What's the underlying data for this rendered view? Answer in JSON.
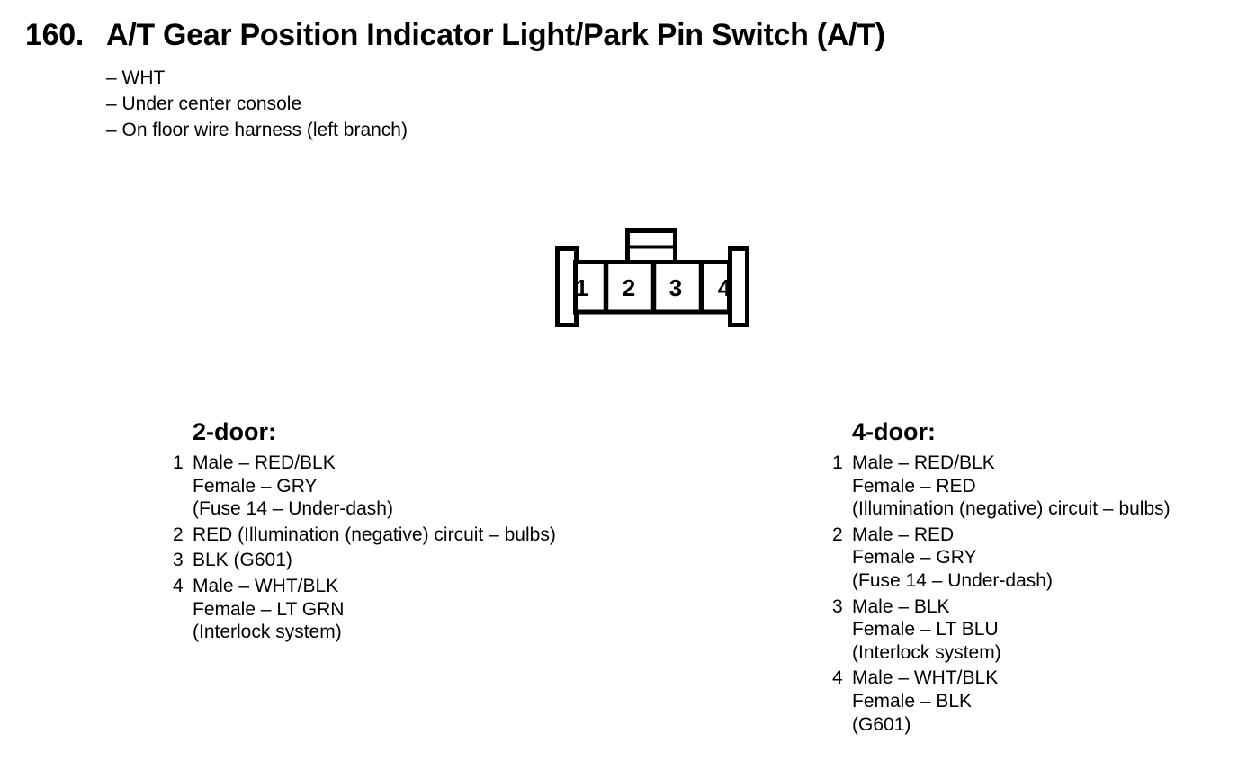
{
  "page": {
    "background": "#ffffff",
    "ink": "#000000"
  },
  "header": {
    "number": "160.",
    "title": "A/T Gear Position Indicator Light/Park Pin Switch (A/T)",
    "bullets": [
      "– WHT",
      "– Under center console",
      "– On floor wire harness (left branch)"
    ]
  },
  "connector": {
    "pins": [
      "1",
      "2",
      "3",
      "4"
    ]
  },
  "columns": [
    {
      "heading": "2-door:",
      "items": [
        {
          "num": "1",
          "lines": [
            "Male – RED/BLK",
            "Female – GRY",
            "(Fuse 14 – Under-dash)"
          ]
        },
        {
          "num": "2",
          "lines": [
            "RED (Illumination (negative) circuit – bulbs)"
          ]
        },
        {
          "num": "3",
          "lines": [
            "BLK (G601)"
          ]
        },
        {
          "num": "4",
          "lines": [
            "Male – WHT/BLK",
            "Female – LT GRN",
            "(Interlock system)"
          ]
        }
      ]
    },
    {
      "heading": "4-door:",
      "items": [
        {
          "num": "1",
          "lines": [
            "Male – RED/BLK",
            "Female – RED",
            "(Illumination (negative) circuit – bulbs)"
          ]
        },
        {
          "num": "2",
          "lines": [
            "Male – RED",
            "Female – GRY",
            "(Fuse 14 – Under-dash)"
          ]
        },
        {
          "num": "3",
          "lines": [
            "Male – BLK",
            "Female – LT BLU",
            "(Interlock system)"
          ]
        },
        {
          "num": "4",
          "lines": [
            "Male – WHT/BLK",
            "Female – BLK",
            "(G601)"
          ]
        }
      ]
    }
  ]
}
